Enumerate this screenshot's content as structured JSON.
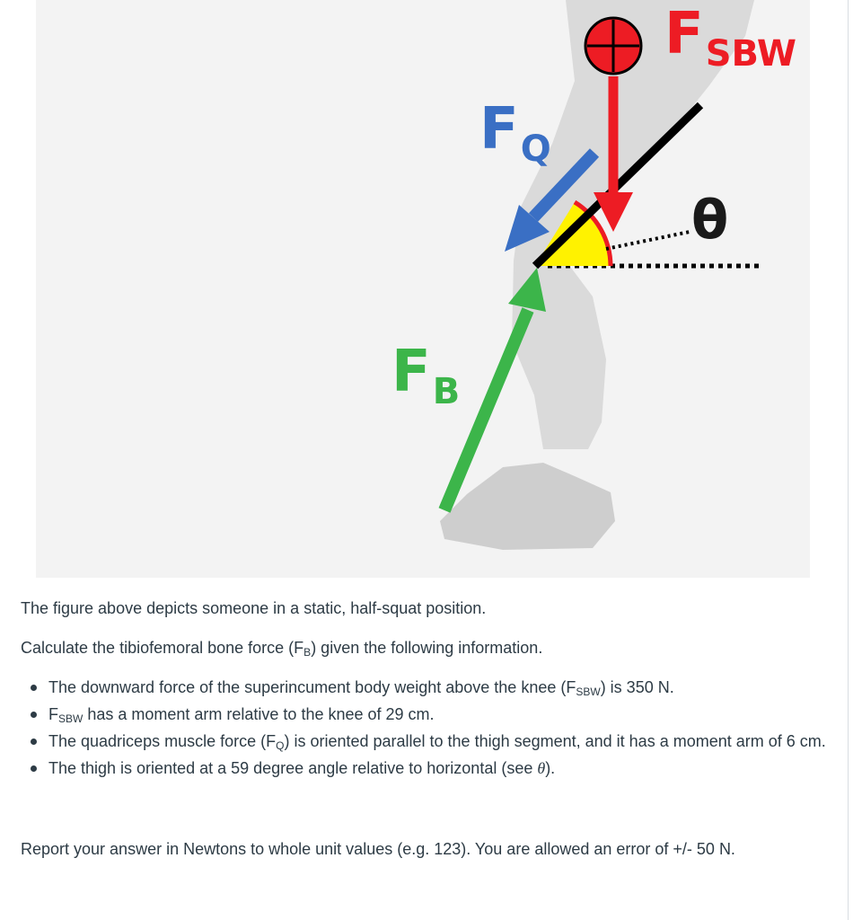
{
  "figure": {
    "labels": {
      "f_sbw": {
        "main": "F",
        "sub": "SBW",
        "color": "#ed1c24"
      },
      "f_q": {
        "main": "F",
        "sub": "Q",
        "color": "#3a6fc4"
      },
      "f_b": {
        "main": "F",
        "sub": "B",
        "color": "#3cb54a"
      },
      "theta": {
        "text": "θ",
        "color": "#1a1a1a"
      }
    },
    "colors": {
      "thigh_line": "#000000",
      "quad_arrow": "#3a6fc4",
      "weight_arrow": "#ed1c24",
      "bone_arrow": "#3cb54a",
      "angle_fill": "#fff200",
      "com_marker": "#ed1c24"
    },
    "icons": [
      "center-of-mass-icon"
    ]
  },
  "text": {
    "intro": "The figure above depicts someone in a static, half-squat position.",
    "calc_prefix": "Calculate the tibiofemoral bone force (F",
    "calc_sub": "B",
    "calc_suffix": ") given the following information.",
    "bullets": [
      {
        "a": "The downward force of the superincument body weight above the knee (F",
        "sub": "SBW",
        "b": ") is 350 N."
      },
      {
        "a": "F",
        "sub": "SBW",
        "b": " has a moment arm relative to the knee of 29 cm."
      },
      {
        "a": "The quadriceps muscle force (F",
        "sub": "Q",
        "b": ") is oriented parallel to the thigh segment, and it has a moment arm of 6 cm."
      },
      {
        "a": "The thigh is oriented at a 59 degree angle relative to horizontal (see ",
        "theta": "θ",
        "b": ")."
      }
    ],
    "report": "Report your answer in Newtons to whole unit values (e.g. 123). You are allowed an error of +/- 50 N."
  }
}
